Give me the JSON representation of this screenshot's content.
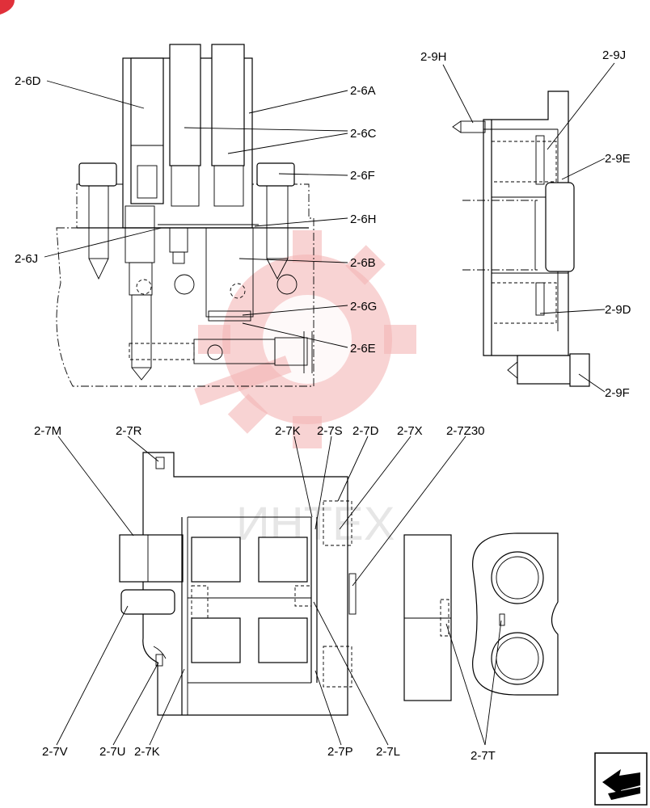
{
  "watermark": {
    "text": "ИНТЕХ",
    "color": "#f28b8b"
  },
  "labels": {
    "l26D": "2-6D",
    "l26A": "2-6A",
    "l26C": "2-6C",
    "l26F": "2-6F",
    "l26H": "2-6H",
    "l26J": "2-6J",
    "l26B": "2-6B",
    "l26G": "2-6G",
    "l26E": "2-6E",
    "l29H": "2-9H",
    "l29J": "2-9J",
    "l29E": "2-9E",
    "l29D": "2-9D",
    "l29F": "2-9F",
    "l27M": "2-7M",
    "l27R": "2-7R",
    "l27K": "2-7K",
    "l27S": "2-7S",
    "l27D": "2-7D",
    "l27X": "2-7X",
    "l27Z30": "2-7Z30",
    "l27V": "2-7V",
    "l27U": "2-7U",
    "l27K2": "2-7K",
    "l27P": "2-7P",
    "l27L": "2-7L",
    "l27T": "2-7T"
  },
  "icons": {
    "corner": "red-badge-icon",
    "nav": "next-page-arrow-icon"
  }
}
